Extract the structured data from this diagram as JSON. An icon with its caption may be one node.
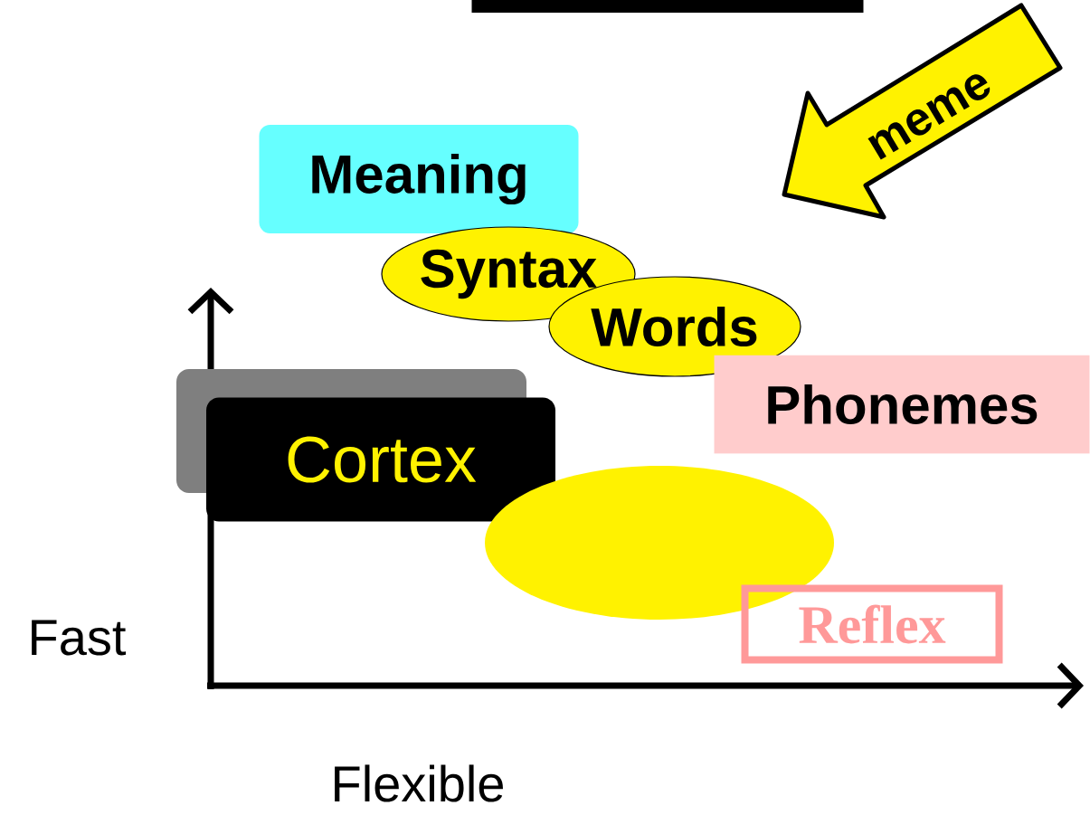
{
  "diagram": {
    "nodes": [
      {
        "text": [
          "Meaning"
        ]
      },
      {
        "text": [
          "Syntax"
        ]
      },
      {
        "text": [
          "Words"
        ]
      },
      {
        "text": [
          "Phonemes"
        ]
      },
      {
        "text": [
          "Cortex"
        ]
      },
      {
        "text": [],
        "shape": "ellipse"
      },
      {
        "text": [
          "Reflex"
        ]
      },
      {
        "text": [
          "meme"
        ]
      },
      {
        "text": [],
        "shape": "bar"
      }
    ],
    "labels": [
      "Fast",
      "Flexible"
    ]
  }
}
